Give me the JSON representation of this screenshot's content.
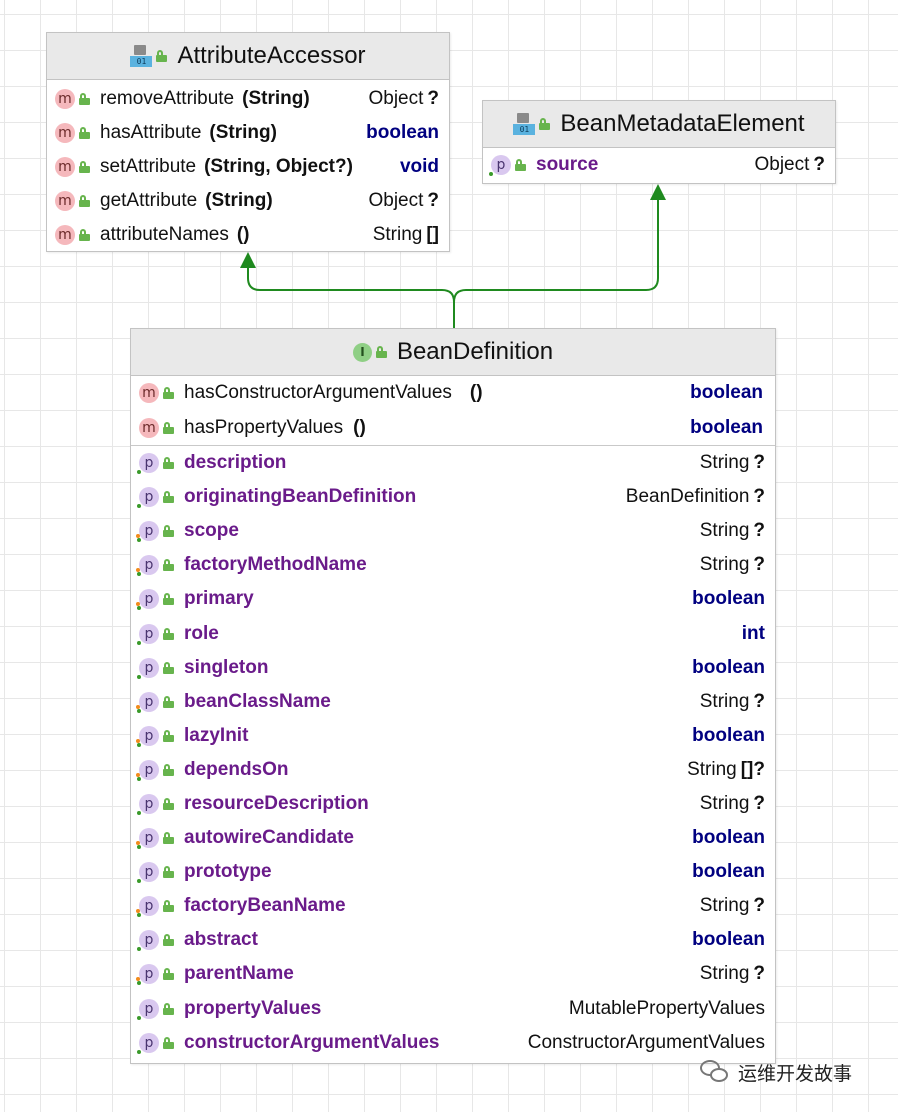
{
  "colors": {
    "arrow": "#1f8a1f",
    "keyword": "#000080",
    "property": "#6a1b8a",
    "header_bg": "#e9e9e9",
    "lock": "#67b44d"
  },
  "attributeAccessor": {
    "title": "AttributeAccessor",
    "icon": "class-icon",
    "methods": [
      {
        "name": "removeAttribute",
        "params": "(String)",
        "type": "Object",
        "suffix": "?",
        "keyword": false
      },
      {
        "name": "hasAttribute",
        "params": "(String)",
        "type": "boolean",
        "suffix": "",
        "keyword": true
      },
      {
        "name": "setAttribute",
        "params": "(String, Object?)",
        "type": "void",
        "suffix": "",
        "keyword": true
      },
      {
        "name": "getAttribute",
        "params": "(String)",
        "type": "Object",
        "suffix": "?",
        "keyword": false
      },
      {
        "name": "attributeNames",
        "params": "()",
        "type": "String",
        "suffix": "[]",
        "keyword": false
      }
    ]
  },
  "beanMetadataElement": {
    "title": "BeanMetadataElement",
    "icon": "class-icon",
    "properties": [
      {
        "name": "source",
        "type": "Object",
        "suffix": "?",
        "keyword": false,
        "orange": false
      }
    ]
  },
  "beanDefinition": {
    "title": "BeanDefinition",
    "icon": "interface-icon",
    "icon_letter": "I",
    "methods": [
      {
        "name": "hasConstructorArgumentValues",
        "params": "()",
        "type": "boolean",
        "suffix": "",
        "keyword": true
      },
      {
        "name": "hasPropertyValues",
        "params": "()",
        "type": "boolean",
        "suffix": "",
        "keyword": true
      }
    ],
    "properties": [
      {
        "name": "description",
        "type": "String",
        "suffix": "?",
        "keyword": false,
        "orange": false
      },
      {
        "name": "originatingBeanDefinition",
        "type": "BeanDefinition",
        "suffix": "?",
        "keyword": false,
        "orange": false
      },
      {
        "name": "scope",
        "type": "String",
        "suffix": "?",
        "keyword": false,
        "orange": true
      },
      {
        "name": "factoryMethodName",
        "type": "String",
        "suffix": "?",
        "keyword": false,
        "orange": true
      },
      {
        "name": "primary",
        "type": "boolean",
        "suffix": "",
        "keyword": true,
        "orange": true
      },
      {
        "name": "role",
        "type": "int",
        "suffix": "",
        "keyword": true,
        "orange": false
      },
      {
        "name": "singleton",
        "type": "boolean",
        "suffix": "",
        "keyword": true,
        "orange": false
      },
      {
        "name": "beanClassName",
        "type": "String",
        "suffix": "?",
        "keyword": false,
        "orange": true
      },
      {
        "name": "lazyInit",
        "type": "boolean",
        "suffix": "",
        "keyword": true,
        "orange": true
      },
      {
        "name": "dependsOn",
        "type": "String",
        "suffix": "[]?",
        "keyword": false,
        "orange": true
      },
      {
        "name": "resourceDescription",
        "type": "String",
        "suffix": "?",
        "keyword": false,
        "orange": false
      },
      {
        "name": "autowireCandidate",
        "type": "boolean",
        "suffix": "",
        "keyword": true,
        "orange": true
      },
      {
        "name": "prototype",
        "type": "boolean",
        "suffix": "",
        "keyword": true,
        "orange": false
      },
      {
        "name": "factoryBeanName",
        "type": "String",
        "suffix": "?",
        "keyword": false,
        "orange": true
      },
      {
        "name": "abstract",
        "type": "boolean",
        "suffix": "",
        "keyword": true,
        "orange": false
      },
      {
        "name": "parentName",
        "type": "String",
        "suffix": "?",
        "keyword": false,
        "orange": true
      },
      {
        "name": "propertyValues",
        "type": "MutablePropertyValues",
        "suffix": "",
        "keyword": false,
        "orange": false
      },
      {
        "name": "constructorArgumentValues",
        "type": "ConstructorArgumentValues",
        "suffix": "",
        "keyword": false,
        "orange": false
      }
    ]
  },
  "watermark": {
    "icon": "wechat-icon",
    "text": "运维开发故事"
  }
}
